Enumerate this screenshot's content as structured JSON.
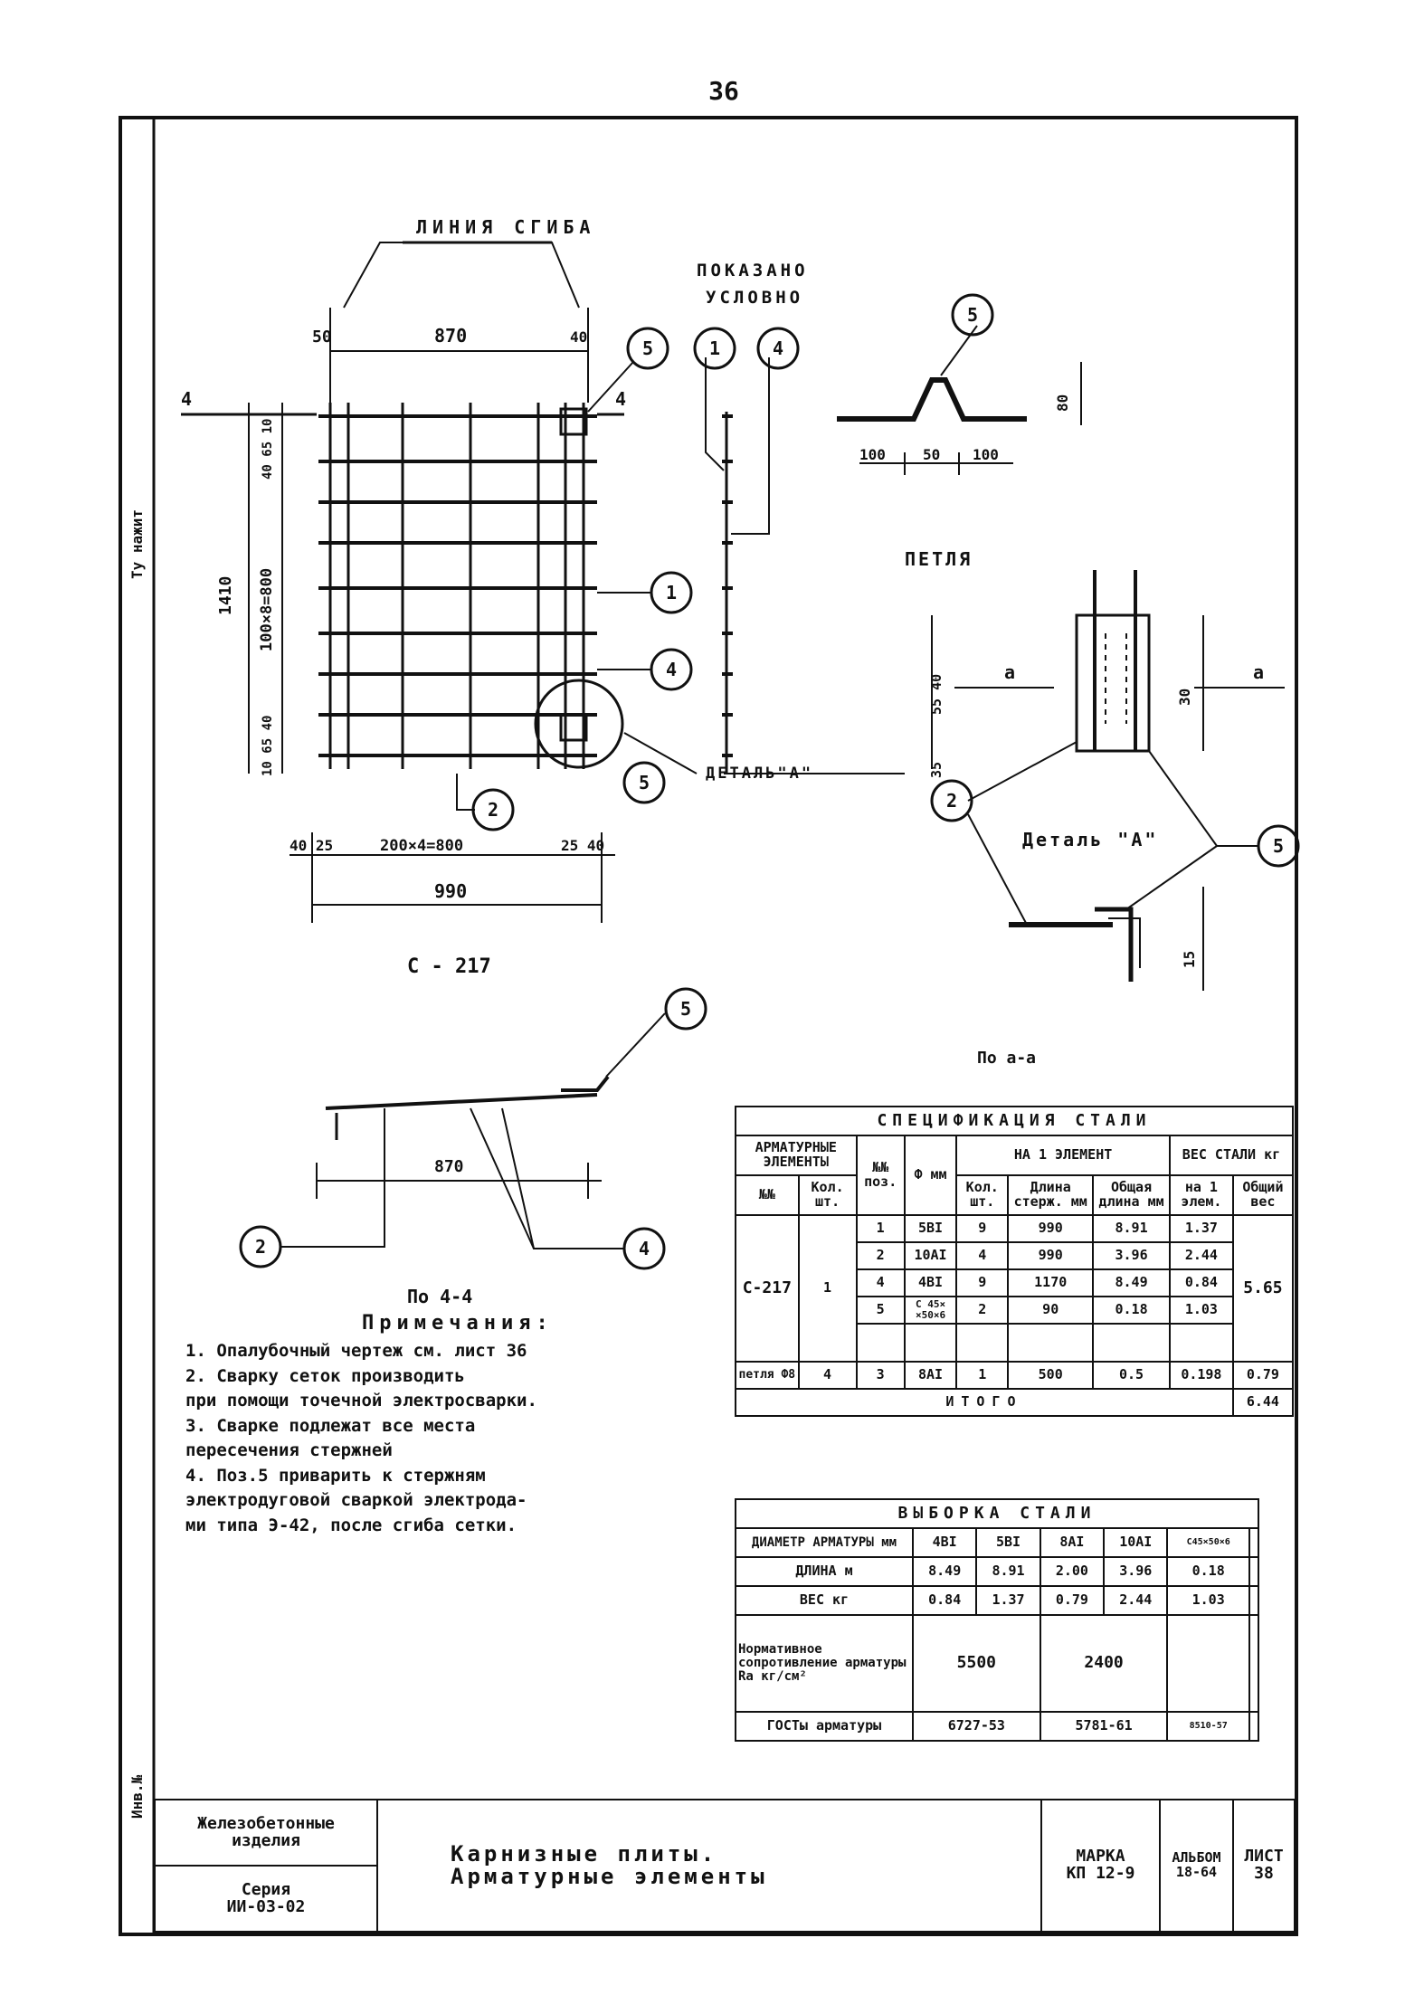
{
  "page_number": "36",
  "side": {
    "stamp_top": "Ту нажит",
    "stamp_bottom": "Инв.№"
  },
  "callouts": {
    "line_bend": "ЛИНИЯ СГИБА",
    "shown_conditionally_1": "ПОКАЗАНО",
    "shown_conditionally_2": "УСЛОВНО",
    "detail_label": "ДЕТАЛЬ\"А\"",
    "loop_label": "ПЕТЛЯ",
    "detail_a_title": "Деталь \"А\"",
    "mesh_mark": "С - 217",
    "section_1": "По 4-4",
    "section_2": "По а-а",
    "cut_mark": "4",
    "a_mark": "а"
  },
  "positions": [
    "1",
    "2",
    "4",
    "5"
  ],
  "dimensions": {
    "d50": "50",
    "d870": "870",
    "d40": "40",
    "d1410": "1410",
    "d100x8": "100×8=800",
    "d40_65_10": "40 65 10",
    "d10_65_40": "10 65 40",
    "d40_25": "40 25",
    "d200x4": "200×4=800",
    "d25_40": "25 40",
    "d990": "990",
    "d100a": "100",
    "d50b": "50",
    "d100b": "100",
    "d80": "80",
    "d55_40": "55 40",
    "d35": "35",
    "d30": "30",
    "d15": "15",
    "d870b": "870"
  },
  "spec": {
    "title": "СПЕЦИФИКАЦИЯ СТАЛИ",
    "h_elements": "АРМАТУРНЫЕ ЭЛЕМЕНТЫ",
    "h_pos": "№№ поз.",
    "h_dia": "Ф мм",
    "h_per_element": "НА 1 ЭЛЕМЕНТ",
    "h_weight": "ВЕС СТАЛИ кг",
    "h_mark": "№№",
    "h_qty": "Кол. шт.",
    "h_pos_short": "поз.",
    "h_count": "Кол. шт.",
    "h_len_bar": "Длина стерж. мм",
    "h_len_total": "Общая длина мм",
    "h_per_el": "на 1 элем.",
    "h_total_w": "Общий вес",
    "rows": [
      {
        "pos": "1",
        "dia": "5BI",
        "n": "9",
        "len": "990",
        "total": "8.91",
        "w": "1.37"
      },
      {
        "pos": "2",
        "dia": "10AI",
        "n": "4",
        "len": "990",
        "total": "3.96",
        "w": "2.44"
      },
      {
        "pos": "4",
        "dia": "4BI",
        "n": "9",
        "len": "1170",
        "total": "8.49",
        "w": "0.84"
      },
      {
        "pos": "5",
        "dia": "С 45× ×50×6",
        "n": "2",
        "len": "90",
        "total": "0.18",
        "w": "1.03"
      }
    ],
    "mark": "С-217",
    "mark_qty": "1",
    "mark_total": "5.65",
    "loop": {
      "name": "петля Ф8",
      "qty": "4",
      "pos": "3",
      "dia": "8AI",
      "n": "1",
      "len": "500",
      "total": "0.5",
      "w": "0.198",
      "tw": "0.79"
    },
    "itogo_label": "ИТОГО",
    "itogo_value": "6.44"
  },
  "vyborka": {
    "title": "ВЫБОРКА СТАЛИ",
    "h_dia": "ДИАМЕТР АРМАТУРЫ мм",
    "cols": [
      "4BI",
      "5BI",
      "8AI",
      "10AI",
      "С45×50×6"
    ],
    "row_len_label": "ДЛИНА м",
    "row_len": [
      "8.49",
      "8.91",
      "2.00",
      "3.96",
      "0.18"
    ],
    "row_w_label": "ВЕС кг",
    "row_w": [
      "0.84",
      "1.37",
      "0.79",
      "2.44",
      "1.03"
    ],
    "row_norm_label": "Нормативное сопротивление арматуры Rа кг/см²",
    "norm_1": "5500",
    "norm_2": "2400",
    "row_gost_label": "ГОСТы арматуры",
    "gost_1": "6727-53",
    "gost_2": "5781-61",
    "gost_3": "8510-57"
  },
  "notes": {
    "title": "Примечания:",
    "text": "1. Опалубочный чертеж см. лист 36\n2. Сварку сеток производить\n    при помощи точечной электросварки.\n3. Сварке подлежат все места\n    пересечения стержней\n4. Поз.5 приварить к стержням\n    электродуговой сваркой электрода-\n    ми типа Э-42, после сгиба сетки."
  },
  "title_block": {
    "org_1": "Железобетонные",
    "org_2": "изделия",
    "series_1": "Серия",
    "series_2": "ИИ-03-02",
    "name_1": "Карнизные плиты.",
    "name_2": "Арматурные элементы",
    "mark_label": "МАРКА",
    "mark_value": "КП 12-9",
    "album_label": "АЛЬБОМ",
    "album_value": "18-64",
    "sheet_label": "ЛИСТ",
    "sheet_value": "38"
  }
}
